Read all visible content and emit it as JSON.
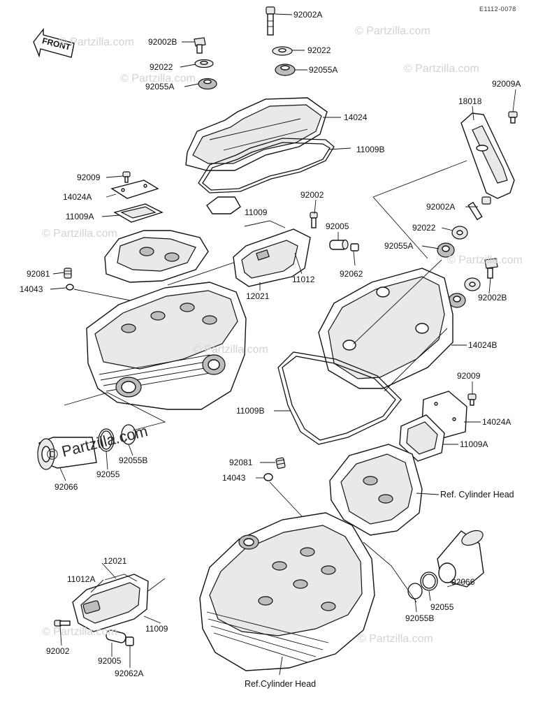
{
  "diagram_code": "E1112-0078",
  "front_marker": "FRONT",
  "watermark": "© Partzilla.com",
  "labels": {
    "l92002A": "92002A",
    "l92002B": "92002B",
    "l92022_top": "92022",
    "l92022_left": "92022",
    "l92055A_top": "92055A",
    "l92055A_left": "92055A",
    "l14024": "14024",
    "l11009B_top": "11009B",
    "l18018": "18018",
    "l92009A": "92009A",
    "l92009_left": "92009",
    "l14024A_left": "14024A",
    "l11009A_left": "11009A",
    "l92002_mid": "92002",
    "l11009_mid": "11009",
    "l92005_mid": "92005",
    "l92062": "92062",
    "l11012": "11012",
    "l12021_mid": "12021",
    "l92002A_right": "92002A",
    "l92022_right": "92022",
    "l92055A_right": "92055A",
    "l92081_left": "92081",
    "l14043_left": "14043",
    "l92002B_right": "92002B",
    "l14024B": "14024B",
    "l92009_right": "92009",
    "l14024A_right": "14024A",
    "l11009A_right": "11009A",
    "l11009B_bottom": "11009B",
    "l92081_mid": "92081",
    "l14043_mid": "14043",
    "ref_cyl_head_right": "Ref. Cylinder Head",
    "l92055B_left": "92055B",
    "l92055_left": "92055",
    "l92066_left": "92066",
    "l12021_bottom": "12021",
    "l11012A": "11012A",
    "l11009_bottom": "11009",
    "l92002_bottom": "92002",
    "l92005_bottom": "92005",
    "l92062A": "92062A",
    "ref_cyl_head_bottom": "Ref.Cylinder Head",
    "l92066_right": "92066",
    "l92055_right": "92055",
    "l92055B_right": "92055B"
  }
}
